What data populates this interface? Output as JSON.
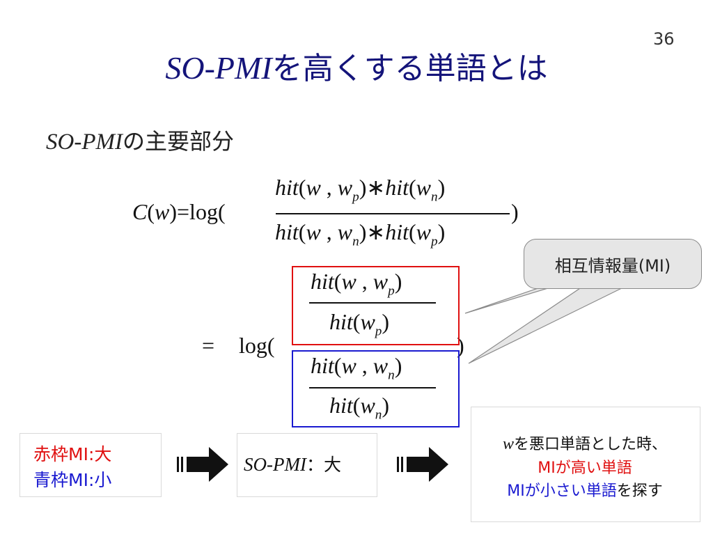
{
  "page_number": "36",
  "title": {
    "term": "SO-PMI",
    "rest": "を高くする単語とは"
  },
  "subtitle": {
    "term": "SO-PMI",
    "rest": "の主要部分"
  },
  "formula1": {
    "lhs": "C(w)=log(",
    "numerator": "hit(w, wp)∗hit(wn)",
    "denominator": "hit(w, wn)∗hit(wp)",
    "close": ")"
  },
  "formula2": {
    "eq": "=",
    "log": "log(",
    "close": ")",
    "upper_num": "hit(w, wp)",
    "upper_den": "hit(wp)",
    "lower_num": "hit(w, wn)",
    "lower_den": "hit(wn)"
  },
  "callout": {
    "text": "相互情報量(MI)"
  },
  "left_box": {
    "red_line": "赤枠MI:大",
    "blue_line": "青枠MI:小"
  },
  "middle_box": {
    "term": "SO-PMI",
    "rest": "：大"
  },
  "right_box": {
    "line1_var": "w",
    "line1_rest": "を悪口単語とした時、",
    "line2": "MIが高い単語",
    "line3_blue": "MIが小さい単語",
    "line3_rest": "を探す"
  },
  "colors": {
    "title": "#14147a",
    "red": "#e01010",
    "blue": "#1a1ad0",
    "callout_bg": "#e6e6e6"
  },
  "icons": [
    "arrow-right-icon",
    "arrow-right-icon"
  ]
}
